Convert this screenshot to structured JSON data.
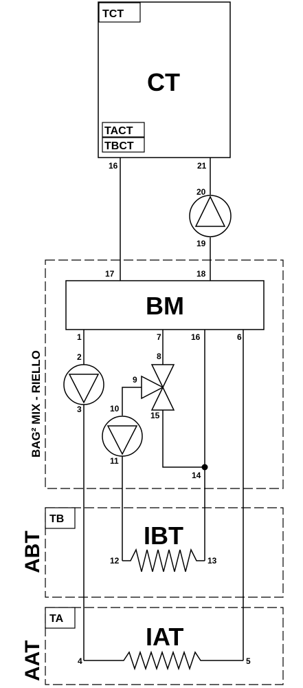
{
  "units": {
    "ct": {
      "title": "CT",
      "tag_top": "TCT",
      "tag_bottom_1": "TACT",
      "tag_bottom_2": "TBCT"
    },
    "bm": {
      "title": "BM"
    },
    "group_bag": {
      "label": "BAG² MIX - RIELLO"
    },
    "group_abt": {
      "label": "ABT",
      "tag": "TB",
      "exchanger": "IBT"
    },
    "group_aat": {
      "label": "AAT",
      "tag": "TA",
      "exchanger": "IAT"
    }
  },
  "nodes": {
    "n1": "1",
    "n2": "2",
    "n3": "3",
    "n4": "4",
    "n5": "5",
    "n6": "6",
    "n7": "7",
    "n8": "8",
    "n9": "9",
    "n10": "10",
    "n11": "11",
    "n12": "12",
    "n13": "13",
    "n14": "14",
    "n15": "15",
    "n16a": "16",
    "n16b": "16",
    "n17": "17",
    "n18": "18",
    "n19": "19",
    "n20": "20",
    "n21": "21"
  }
}
